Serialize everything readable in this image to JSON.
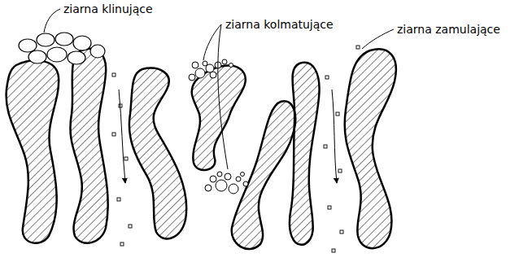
{
  "diagram": {
    "labels": [
      "ziarna klinujące",
      "ziarna kolmatujące",
      "ziarna zamulające"
    ]
  }
}
